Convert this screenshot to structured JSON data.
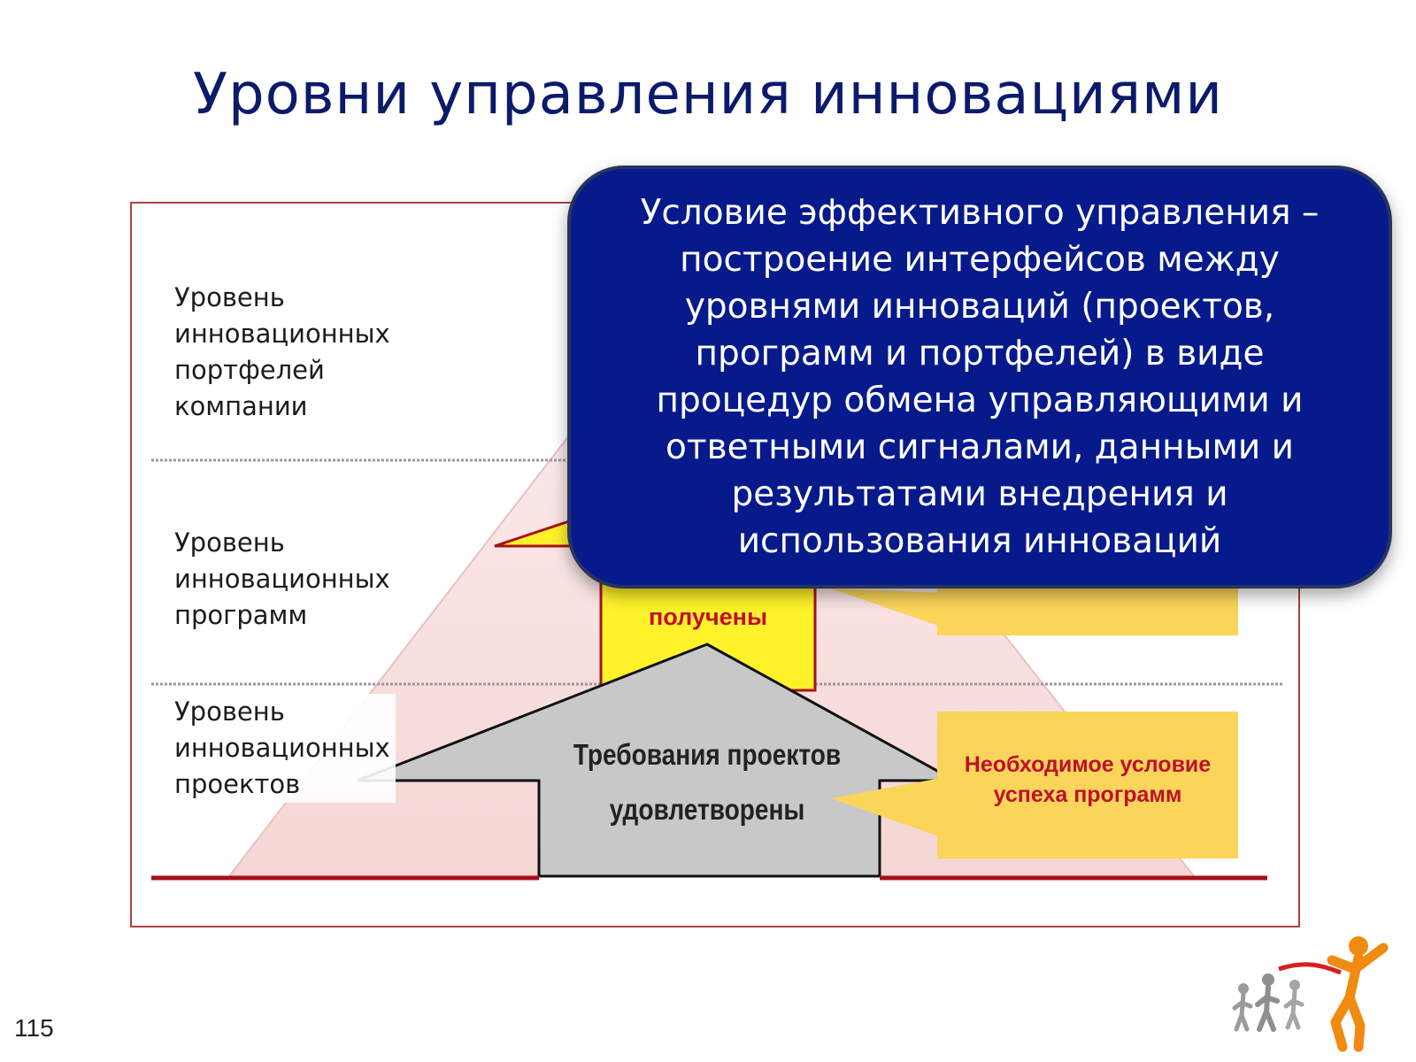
{
  "title": "Уровни управления инновациями",
  "levels": [
    {
      "label": "Уровень\nинновационных\nпортфелей\nкомпании"
    },
    {
      "label": "Уровень\nинновационных\nпрограмм"
    },
    {
      "label": "Уровень\nинновационных\nпроектов"
    }
  ],
  "middle_column_text": "получены",
  "arrow_text": {
    "line1": "Требования проектов",
    "line2": "удовлетворены"
  },
  "callout_bottom": {
    "line1": "Необходимое условие",
    "line2": "успеха программ"
  },
  "info_box": "Условие эффективного управления –\nпостроение интерфейсов между\nуровнями инноваций (проектов,\nпрограмм и портфелей) в виде\nпроцедур обмена управляющими и\nответными сигналами, данными и\nрезультатами внедрения и\nиспользования инноваций",
  "slide_number": "115",
  "icons": {
    "decoration": "runners-icon"
  },
  "colors": {
    "title": "#0b1a6b",
    "info_box_bg": "#071a8c",
    "frame_border": "#b0413e",
    "callout_fill": "#fbd45a",
    "column_fill": "#fff22a",
    "arrow_fill": "#c8c8c8",
    "callout_text": "#c0102a"
  }
}
